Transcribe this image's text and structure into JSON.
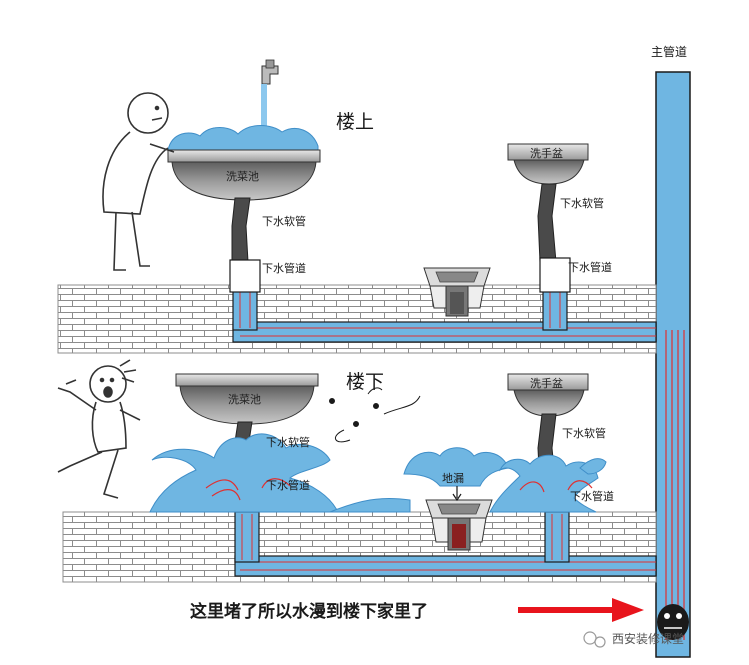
{
  "main_pipe_label": "主管道",
  "upstairs": {
    "floor_label": "楼上",
    "left_sink": "洗菜池",
    "right_sink": "洗手盆",
    "hose_left": "下水软管",
    "hose_right": "下水软管",
    "drain_left": "下水管道",
    "drain_right": "下水管道"
  },
  "downstairs": {
    "floor_label": "楼下",
    "left_sink": "洗菜池",
    "right_sink": "洗手盆",
    "hose_left": "下水软管",
    "hose_right": "下水软管",
    "drain_left": "下水管道",
    "drain_right": "下水管道",
    "floor_drain": "地漏"
  },
  "caption": "这里堵了所以水漫到楼下家里了",
  "watermark": "西安装修课堂",
  "colors": {
    "water": "#6fb6e2",
    "water_dark": "#3f8ec8",
    "brick": "#8c8c8c",
    "pipe_line": "#e03030",
    "sink_steel": "#7d7d7d",
    "arrow": "#e8141c"
  }
}
